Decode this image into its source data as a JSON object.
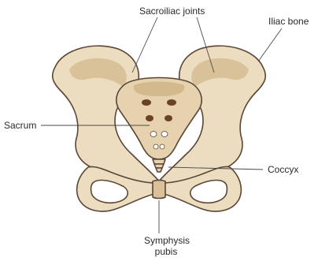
{
  "labels": {
    "sacroiliac_joints": "Sacroiliac joints",
    "iliac_bone": "Iliac bone",
    "sacrum": "Sacrum",
    "coccyx": "Coccyx",
    "symphysis_line1": "Symphysis",
    "symphysis_line2": "pubis"
  },
  "colors": {
    "bone": "#ecdcc0",
    "bone_shade": "#d3b98e",
    "outline": "#5b4636",
    "foramen_dark": "#6b4226",
    "leader_line": "#4a4a4a"
  }
}
